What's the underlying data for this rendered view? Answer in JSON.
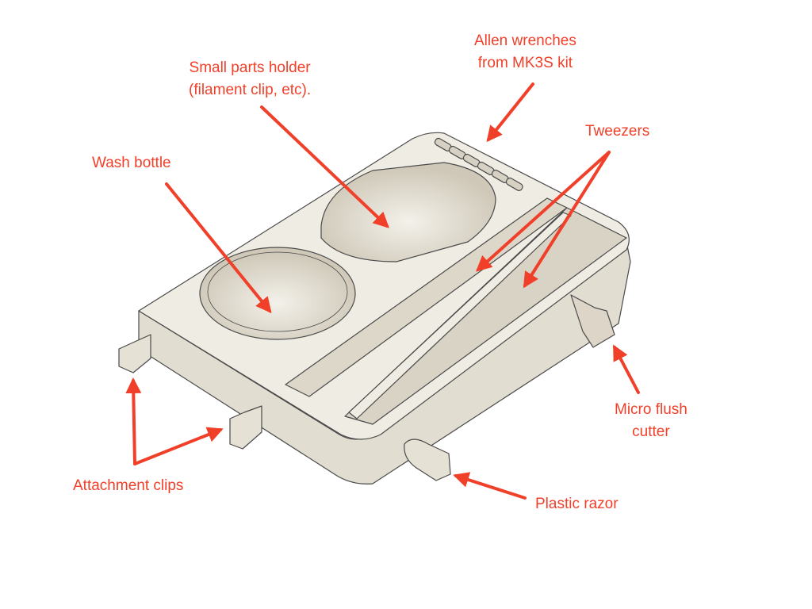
{
  "colors": {
    "annotation": "#f0402a",
    "part_top": "#efece4",
    "part_side": "#e2ddd1",
    "part_shadow": "#cfc9bb",
    "outline": "#4a4a4a",
    "background": "#ffffff"
  },
  "labels": {
    "allen": {
      "line1": "Allen wrenches",
      "line2": "from MK3S kit"
    },
    "small_parts": {
      "line1": "Small parts holder",
      "line2": "(filament clip, etc)."
    },
    "tweezers": "Tweezers",
    "wash_bottle": "Wash bottle",
    "micro_flush": {
      "line1": "Micro flush",
      "line2": "cutter"
    },
    "attachment": "Attachment clips",
    "plastic_razor": "Plastic razor"
  }
}
